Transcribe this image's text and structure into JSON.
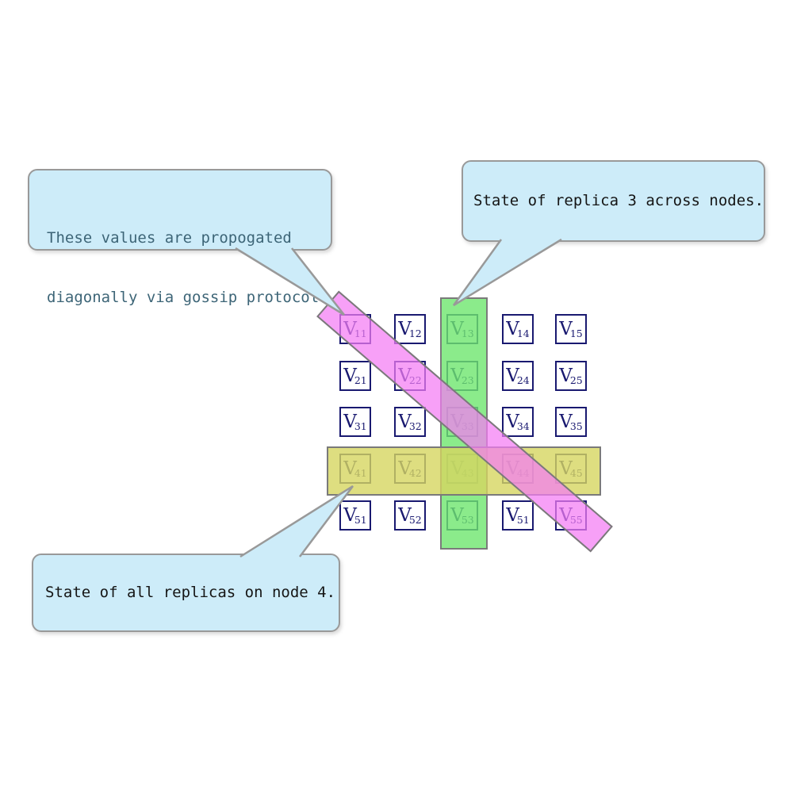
{
  "diagram": {
    "matrix": {
      "symbol": "V",
      "cells": [
        [
          "11",
          "12",
          "13",
          "14",
          "15"
        ],
        [
          "21",
          "22",
          "23",
          "24",
          "25"
        ],
        [
          "31",
          "32",
          "33",
          "34",
          "35"
        ],
        [
          "41",
          "42",
          "43",
          "44",
          "45"
        ],
        [
          "51",
          "52",
          "53",
          "51",
          "55"
        ]
      ]
    },
    "callouts": [
      {
        "name": "gossip",
        "lines": [
          "These values are propogated",
          "diagonally via gossip protocol."
        ],
        "text_color": "#3d6577"
      },
      {
        "name": "replica-3",
        "text": "State of replica 3 across nodes.",
        "text_color": "#151515"
      },
      {
        "name": "node-4",
        "text": "State of all replicas on node 4.",
        "text_color": "#151515"
      }
    ],
    "colors": {
      "cell_border": "#191970",
      "cell_fill": "#ffffff",
      "diagonal_band": "rgba(244,123,244,0.72)",
      "column_band": "rgba(110,230,110,0.8)",
      "row_band": "rgba(214,214,96,0.8)",
      "band_border": "#7a7a7a",
      "callout_fill": "#cdecf9",
      "callout_border": "#999999"
    }
  }
}
